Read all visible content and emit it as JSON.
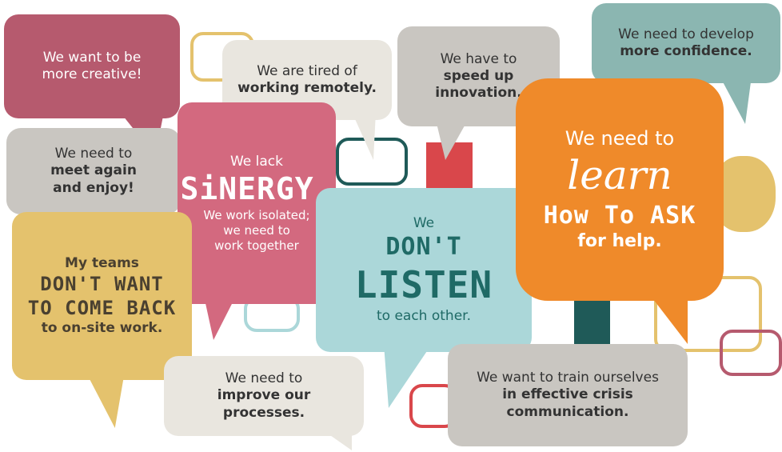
{
  "bubbles": {
    "creative": {
      "line1": "We want to be",
      "line2": "more creative!"
    },
    "remote": {
      "line1": "We are tired of",
      "line2": "working remotely."
    },
    "innovation": {
      "line1": "We have to",
      "line2": "speed up",
      "line3": "innovation."
    },
    "confidence": {
      "line1": "We need to develop",
      "line2": "more confidence."
    },
    "meet": {
      "line1": "We need to",
      "line2": "meet again",
      "line3": "and enjoy!"
    },
    "synergy": {
      "line1": "We lack",
      "line2": "SiNERGY,",
      "line3": "We work isolated;",
      "line4": "we need to",
      "line5": "work together"
    },
    "listen": {
      "line1": "We",
      "line2": "DON'T",
      "line3": "LISTEN",
      "line4": "to each other."
    },
    "learn": {
      "line1": "We need to",
      "line2": "learn",
      "line3": "How To ASK",
      "line4": "for help."
    },
    "teams": {
      "line1": "My teams",
      "line2": "DON'T WANT",
      "line3": "TO COME BACK",
      "line4": "to on-site work."
    },
    "processes": {
      "line1": "We need to",
      "line2": "improve our",
      "line3": "processes."
    },
    "crisis": {
      "line1": "We want to train ourselves",
      "line2": "in effective crisis",
      "line3": "communication."
    }
  },
  "colors": {
    "mauve": "#B65A6E",
    "pink": "#D3697F",
    "orange": "#EF8A2A",
    "teal": "#8BB6B1",
    "lightblue": "#ABD7D9",
    "yellow": "#E4C26D",
    "gray": "#C9C6C1",
    "cream": "#E9E6DF",
    "darkteal": "#1F5A58",
    "red": "#D9474B",
    "text": "#3a3a3a"
  }
}
